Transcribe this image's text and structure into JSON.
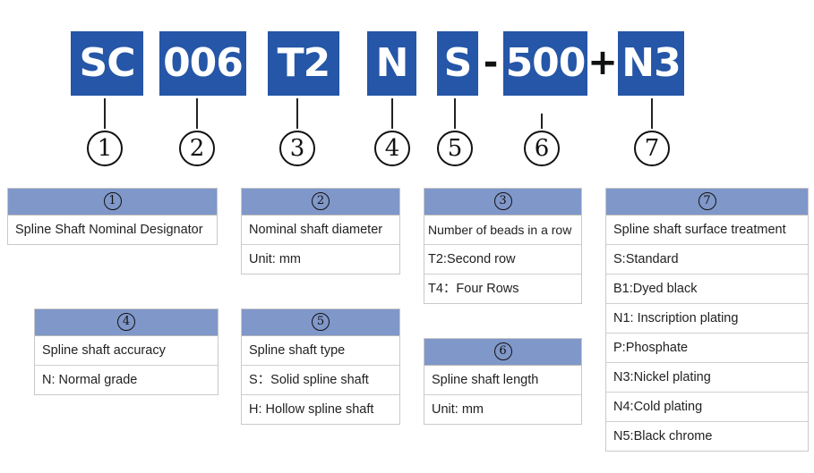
{
  "code_boxes": [
    "SC",
    "006",
    "T2",
    "N",
    "S",
    "500",
    "N3"
  ],
  "separators": [
    "-",
    "+"
  ],
  "numbers": [
    "1",
    "2",
    "3",
    "4",
    "5",
    "6",
    "7"
  ],
  "tables": [
    {
      "num": "1",
      "rows": [
        "Spline Shaft Nominal Designator"
      ]
    },
    {
      "num": "2",
      "rows": [
        "Nominal shaft diameter",
        "Unit: mm"
      ]
    },
    {
      "num": "3",
      "rows": [
        "Number of beads  in a row",
        "T2:Second row",
        "T4：Four Rows"
      ]
    },
    {
      "num": "7",
      "rows": [
        "Spline shaft surface treatment",
        "S:Standard",
        "B1:Dyed black",
        "N1: Inscription plating",
        "P:Phosphate",
        "N3:Nickel plating",
        "N4:Cold plating",
        "N5:Black chrome"
      ]
    },
    {
      "num": "4",
      "rows": [
        "Spline shaft accuracy",
        "N: Normal grade"
      ]
    },
    {
      "num": "5",
      "rows": [
        "Spline shaft type",
        "S：Solid spline shaft",
        "H: Hollow spline shaft"
      ]
    },
    {
      "num": "6",
      "rows": [
        "Spline shaft length",
        "Unit: mm"
      ]
    }
  ],
  "colors": {
    "code_box": "#2556a7",
    "table_header": "#8097c9"
  }
}
